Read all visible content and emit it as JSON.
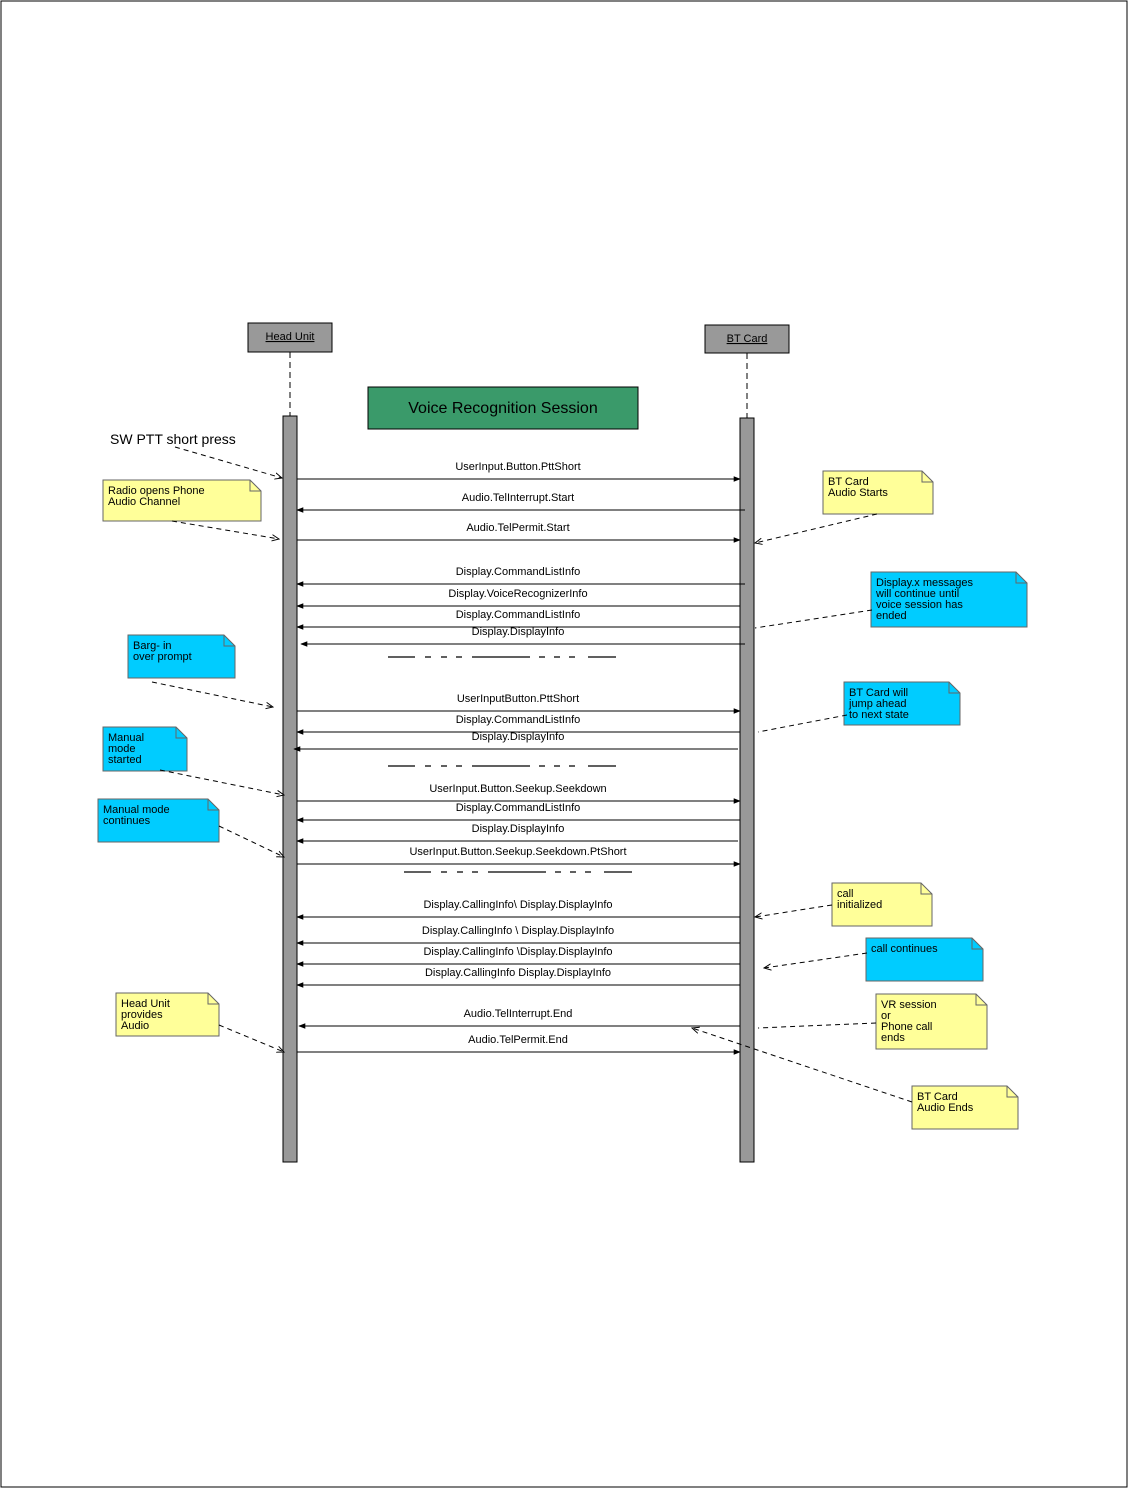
{
  "diagram": {
    "title": "Voice Recognition Session",
    "colors": {
      "title_fill": "#3a9a6a",
      "lifeline_fill": "#999999",
      "actor_fill": "#999999",
      "note_yellow": "#ffff99",
      "note_cyan": "#00ccff"
    },
    "actors": [
      {
        "id": "head_unit",
        "label": "Head Unit"
      },
      {
        "id": "bt_card",
        "label": "BT Card"
      }
    ],
    "free_text": [
      {
        "id": "sw_ptt",
        "text": "SW PTT short press"
      }
    ],
    "messages": [
      {
        "label": "UserInput.Button.PttShort",
        "dir": "right"
      },
      {
        "label": "Audio.TelInterrupt.Start",
        "dir": "left"
      },
      {
        "label": "Audio.TelPermit.Start",
        "dir": "right"
      },
      {
        "label": "Display.CommandListInfo",
        "dir": "left"
      },
      {
        "label": "Display.VoiceRecognizerInfo",
        "dir": "left"
      },
      {
        "label": "Display.CommandListInfo",
        "dir": "left"
      },
      {
        "label": "Display.DisplayInfo",
        "dir": "left"
      },
      {
        "label": "UserInputButton.PttShort",
        "dir": "right"
      },
      {
        "label": "Display.CommandListInfo",
        "dir": "left"
      },
      {
        "label": "Display.DisplayInfo",
        "dir": "left"
      },
      {
        "label": "UserInput.Button.Seekup.Seekdown",
        "dir": "right"
      },
      {
        "label": "Display.CommandListInfo",
        "dir": "left"
      },
      {
        "label": "Display.DisplayInfo",
        "dir": "left"
      },
      {
        "label": "UserInput.Button.Seekup.Seekdown.PtShort",
        "dir": "right"
      },
      {
        "label": "Display.CallingInfo\\ Display.DisplayInfo",
        "dir": "left"
      },
      {
        "label": "Display.CallingInfo \\ Display.DisplayInfo",
        "dir": "left"
      },
      {
        "label": "Display.CallingInfo \\Display.DisplayInfo",
        "dir": "left"
      },
      {
        "label": "Display.CallingInfo Display.DisplayInfo",
        "dir": "left"
      },
      {
        "label": "Audio.TelInterrupt.End",
        "dir": "left"
      },
      {
        "label": "Audio.TelPermit.End",
        "dir": "right"
      }
    ],
    "notes": [
      {
        "id": "radio_opens",
        "color": "yellow",
        "lines": [
          "Radio opens Phone",
          "Audio Channel"
        ]
      },
      {
        "id": "bt_audio_starts",
        "color": "yellow",
        "lines": [
          "BT Card",
          "Audio Starts"
        ]
      },
      {
        "id": "display_x",
        "color": "cyan",
        "lines": [
          "Display.x messages",
          "will continue until",
          "voice session has",
          "ended"
        ]
      },
      {
        "id": "barge_in",
        "color": "cyan",
        "lines": [
          "Barg- in",
          "over prompt"
        ]
      },
      {
        "id": "bt_jump",
        "color": "cyan",
        "lines": [
          "BT Card will",
          "jump ahead",
          "to next state"
        ]
      },
      {
        "id": "manual_started",
        "color": "cyan",
        "lines": [
          "Manual",
          " mode",
          "started"
        ]
      },
      {
        "id": "manual_continues",
        "color": "cyan",
        "lines": [
          "Manual mode",
          "continues"
        ]
      },
      {
        "id": "call_init",
        "color": "yellow",
        "lines": [
          "call",
          " initialized"
        ]
      },
      {
        "id": "call_continues",
        "color": "cyan",
        "lines": [
          "call continues"
        ]
      },
      {
        "id": "head_provides",
        "color": "yellow",
        "lines": [
          "Head Unit",
          "provides",
          "Audio"
        ]
      },
      {
        "id": "vr_ends",
        "color": "yellow",
        "lines": [
          "VR session",
          "or",
          "Phone call",
          "ends"
        ]
      },
      {
        "id": "bt_audio_ends",
        "color": "yellow",
        "lines": [
          "BT Card",
          "Audio Ends"
        ]
      }
    ]
  }
}
